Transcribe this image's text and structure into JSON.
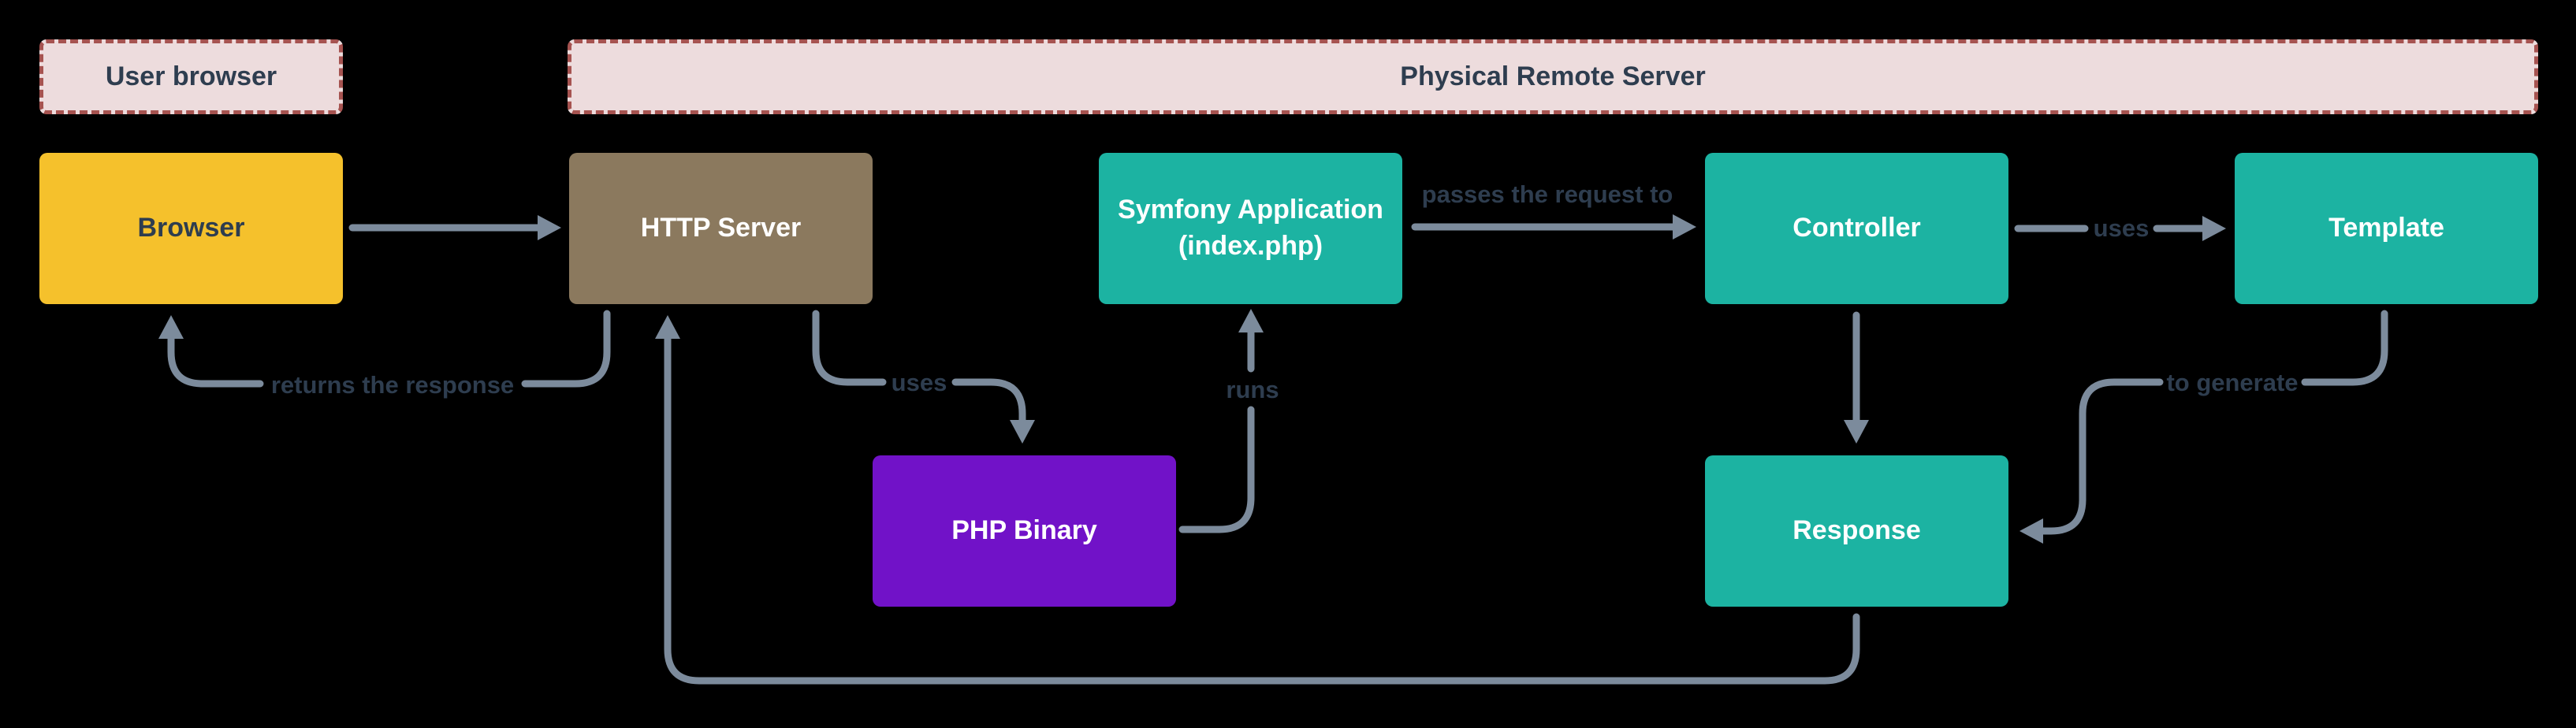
{
  "colors": {
    "background": "#000000",
    "arrow": "#7C8B9C",
    "edge_label_text": "#2E3D4F",
    "zone_fill": "#EDDCDD",
    "zone_border": "#A65350",
    "zone_text": "#2E3D4F",
    "teal": "#1CB3A2",
    "yellow": "#F5C12C",
    "brown": "#8B795E",
    "purple": "#7112C8"
  },
  "zones": {
    "user_browser": {
      "label": "User browser"
    },
    "physical_remote_server": {
      "label": "Physical Remote Server"
    }
  },
  "nodes": {
    "browser": {
      "label": "Browser",
      "fill": "#F5C12C",
      "text_color": "#2E3D4F"
    },
    "http_server": {
      "label": "HTTP Server",
      "fill": "#8B795E",
      "text_color": "#FFFFFF"
    },
    "symfony_application": {
      "label": "Symfony Application",
      "sublabel": "(index.php)",
      "fill": "#1CB3A2",
      "text_color": "#FFFFFF"
    },
    "controller": {
      "label": "Controller",
      "fill": "#1CB3A2",
      "text_color": "#FFFFFF"
    },
    "template": {
      "label": "Template",
      "fill": "#1CB3A2",
      "text_color": "#FFFFFF"
    },
    "php_binary": {
      "label": "PHP Binary",
      "fill": "#7112C8",
      "text_color": "#FFFFFF"
    },
    "response": {
      "label": "Response",
      "fill": "#1CB3A2",
      "text_color": "#FFFFFF"
    }
  },
  "edges": {
    "browser_to_http_server": {
      "from": "Browser",
      "to": "HTTP Server",
      "label": ""
    },
    "symfony_to_controller": {
      "from": "Symfony Application (index.php)",
      "to": "Controller",
      "label": "passes the request to"
    },
    "controller_to_template": {
      "from": "Controller",
      "to": "Template",
      "label": "uses"
    },
    "controller_to_response": {
      "from": "Controller",
      "to": "Response",
      "label": ""
    },
    "http_server_to_php_binary": {
      "from": "HTTP Server",
      "to": "PHP Binary",
      "label": "uses"
    },
    "php_binary_to_symfony": {
      "from": "PHP Binary",
      "to": "Symfony Application (index.php)",
      "label": "runs"
    },
    "http_server_to_browser": {
      "from": "HTTP Server",
      "to": "Browser",
      "label": "returns the response"
    },
    "template_to_response": {
      "from": "Template",
      "to": "Response",
      "label": "to generate"
    },
    "response_to_http_server": {
      "from": "Response",
      "to": "HTTP Server",
      "label": ""
    }
  }
}
